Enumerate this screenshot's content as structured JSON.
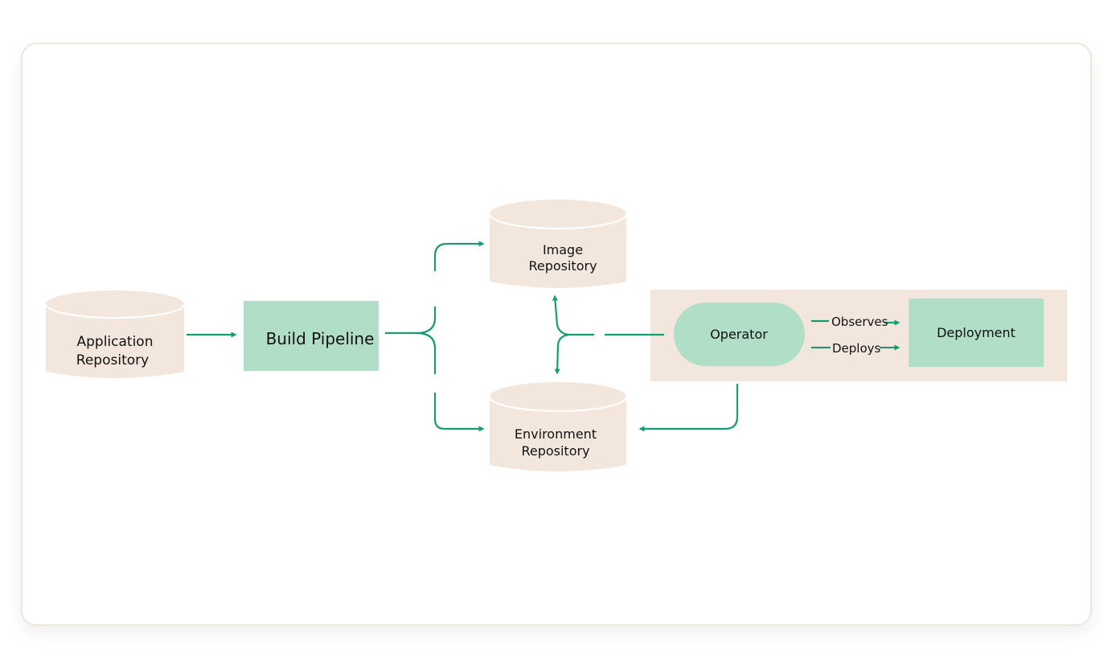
{
  "colors": {
    "card_border": "#ece6dd",
    "beige": "#f3e7dd",
    "mint": "#b1dec6",
    "arrow": "#1a9a73",
    "text": "#111111"
  },
  "nodes": {
    "app_repo": {
      "line1": "Application",
      "line2": "Repository",
      "shape": "cylinder"
    },
    "build_pipeline": {
      "label": "Build Pipeline",
      "shape": "rectangle"
    },
    "image_repo": {
      "line1": "Image",
      "line2": "Repository",
      "shape": "cylinder"
    },
    "env_repo": {
      "line1": "Environment",
      "line2": "Repository",
      "shape": "cylinder"
    },
    "operator": {
      "label": "Operator",
      "shape": "pill"
    },
    "deployment": {
      "label": "Deployment",
      "shape": "rectangle"
    }
  },
  "edges": {
    "observes": "Observes",
    "deploys": "Deploys"
  }
}
